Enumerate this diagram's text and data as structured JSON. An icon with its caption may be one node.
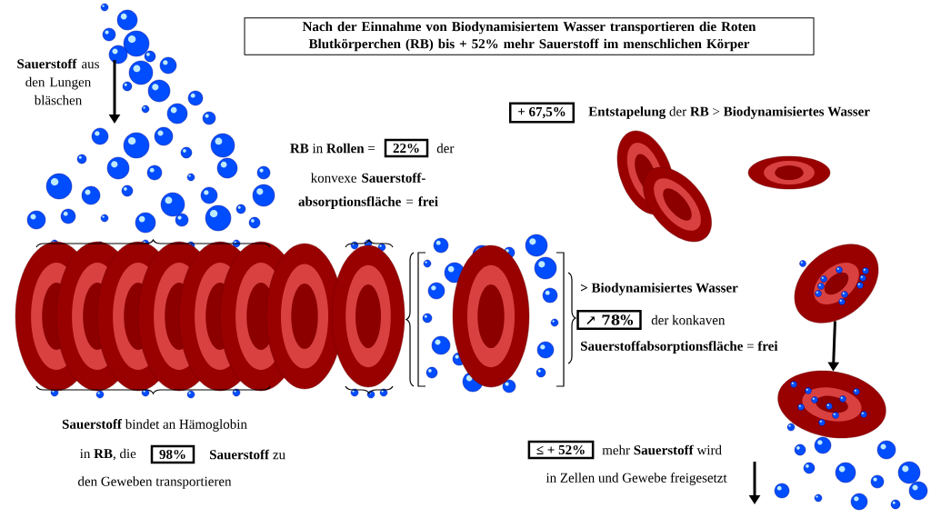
{
  "diagram": {
    "nodes": [
      {
        "text": [
          "Nach der Einnahme von Biodynamisiertem Wasser transportieren die Roten Blutkörperchen (RB) bis + 52% mehr Sauerstoff im menschlichen Körper"
        ]
      },
      {
        "text": [
          "22%"
        ]
      },
      {
        "text": [
          "+ 67,5%"
        ]
      },
      {
        "text": [
          "↗ 78%"
        ]
      },
      {
        "text": [
          "98%"
        ]
      },
      {
        "text": [
          "≤ + 52%"
        ]
      },
      {
        "text": [],
        "shape": "picture"
      },
      {
        "text": [],
        "shape": "picture"
      }
    ],
    "edges": [
      {
        "from": 6,
        "to": 7,
        "arrow": "to"
      }
    ],
    "labels": [
      "**Sauerstoff** aus den Lungen bläschen",
      "**RB** in **Rollen** =",
      "der",
      "konvexe **Sauerstoff- absorptionsfläche** = **frei**",
      "**Entstapelung** der **RB** > **Biodynamisiertes Wasser**",
      "> Biodynamisiertes Wasser",
      "der konkaven",
      "**Sauerstoffabsorptionsfläche** = **frei**",
      "**Sauerstoff** bindet an Hämoglobin",
      "in **RB**, die",
      "**Sauerstoff** zu",
      "den Geweben transportieren",
      "mehr **Sauerstoff** wird",
      "in Zellen und Gewebe freigesetzt"
    ]
  }
}
